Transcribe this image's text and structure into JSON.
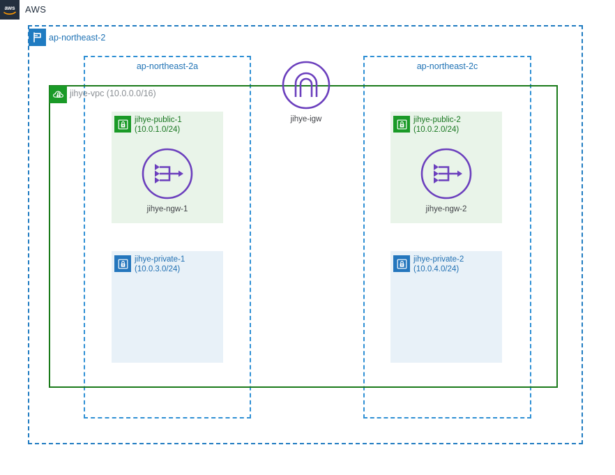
{
  "header": {
    "logo_icon": "aws-logo-icon",
    "logo_text": "aws",
    "title": "AWS"
  },
  "region": {
    "icon": "region-flag-icon",
    "label": "ap-northeast-2"
  },
  "vpc": {
    "icon": "vpc-cloud-lock-icon",
    "label": "jihye-vpc (10.0.0.0/16)"
  },
  "availability_zones": [
    {
      "label": "ap-northeast-2a"
    },
    {
      "label": "ap-northeast-2c"
    }
  ],
  "internet_gateway": {
    "icon": "internet-gateway-icon",
    "caption": "jihye-igw"
  },
  "subnets": [
    {
      "type": "public",
      "icon": "padlock-icon",
      "name": "jihye-public-1",
      "cidr": "(10.0.1.0/24)"
    },
    {
      "type": "public",
      "icon": "padlock-icon",
      "name": "jihye-public-2",
      "cidr": "(10.0.2.0/24)"
    },
    {
      "type": "private",
      "icon": "padlock-icon",
      "name": "jihye-private-1",
      "cidr": "(10.0.3.0/24)"
    },
    {
      "type": "private",
      "icon": "padlock-icon",
      "name": "jihye-private-2",
      "cidr": "(10.0.4.0/24)"
    }
  ],
  "nat_gateways": [
    {
      "icon": "nat-gateway-icon",
      "caption": "jihye-ngw-1"
    },
    {
      "icon": "nat-gateway-icon",
      "caption": "jihye-ngw-2"
    }
  ],
  "colors": {
    "aws_navy": "#232f3e",
    "region_blue": "#1f7bc1",
    "az_blue": "#2e8fd4",
    "vpc_green": "#1a7a1a",
    "subnet_public_fill": "#e9f4e9",
    "subnet_private_fill": "#e8f1f8",
    "public_green": "#1a9a27",
    "private_blue": "#2476bd",
    "resource_purple": "#6b3fbd",
    "vpc_label_gray": "#8a8f94"
  }
}
